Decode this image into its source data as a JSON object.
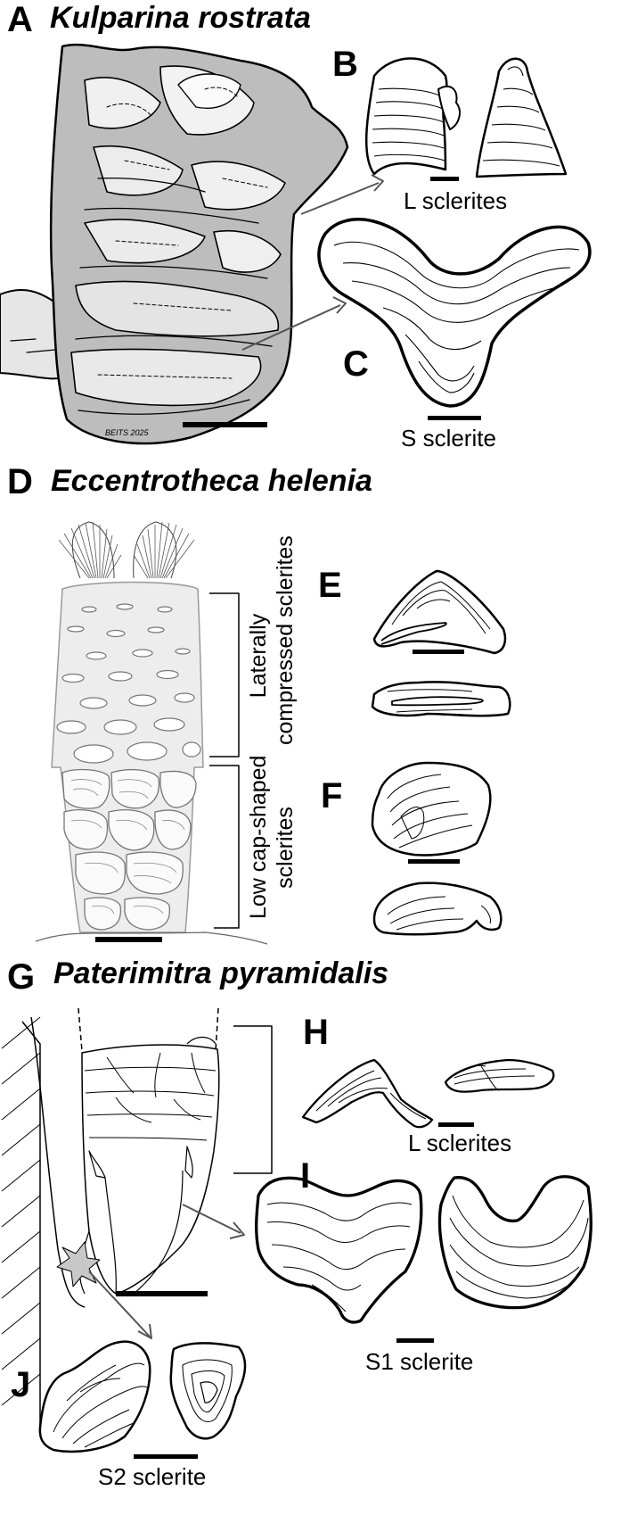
{
  "panels": {
    "A": {
      "letter": "A",
      "species": "Kulparina rostrata",
      "signature": "BEITS 2025"
    },
    "B": {
      "letter": "B",
      "caption": "L sclerites"
    },
    "C": {
      "letter": "C",
      "caption": "S sclerite"
    },
    "D": {
      "letter": "D",
      "species": "Eccentrotheca helenia",
      "bracket_upper": [
        "Laterally",
        "compressed sclerites"
      ],
      "bracket_lower": [
        "Low cap-shaped",
        "sclerites"
      ]
    },
    "E": {
      "letter": "E"
    },
    "F": {
      "letter": "F"
    },
    "G": {
      "letter": "G",
      "species": "Paterimitra pyramidalis"
    },
    "H": {
      "letter": "H",
      "caption": "L sclerites"
    },
    "I": {
      "letter": "I",
      "caption": "S1 sclerite"
    },
    "J": {
      "letter": "J",
      "caption": "S2 sclerite"
    }
  },
  "colors": {
    "ink": "#000000",
    "shade": "#8a8a8a",
    "light_shade": "#d6d6d6",
    "paper": "#ffffff"
  }
}
